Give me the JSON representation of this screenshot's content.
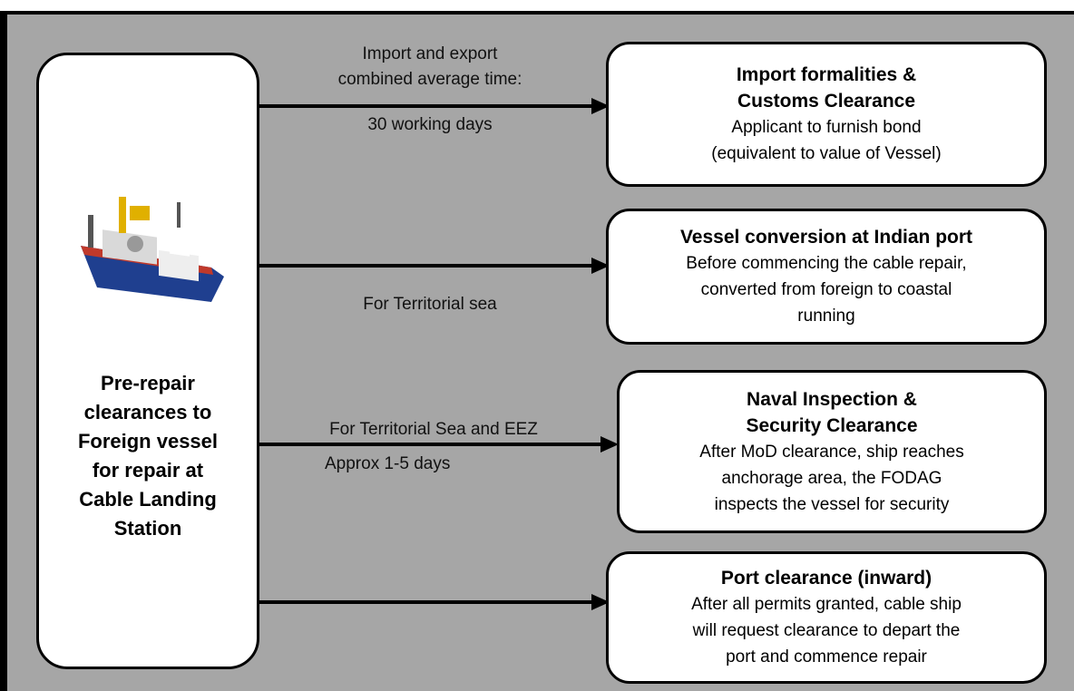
{
  "left": {
    "title": "Pre-repair\nclearances to\nForeign vessel\nfor repair at\nCable Landing\nStation"
  },
  "ship": {
    "icon": "cable-ship-image",
    "hull_color": "#1f3f8f",
    "deck_color": "#d9d9d9",
    "stripe_color": "#c0392b"
  },
  "branches": [
    {
      "label_top": "Import and export\ncombined average time:",
      "label_bottom": "30 working days",
      "title": "Import formalities &\nCustoms Clearance",
      "desc": "Applicant to furnish bond\n(equivalent to value of Vessel)"
    },
    {
      "label_top": "",
      "label_bottom": "For Territorial sea",
      "title": "Vessel conversion at Indian port",
      "desc": "Before commencing the cable repair,\nconverted from foreign to coastal\nrunning"
    },
    {
      "label_top": "For Territorial Sea and EEZ",
      "label_bottom": "Approx 1-5 days",
      "title": "Naval Inspection &\nSecurity Clearance",
      "desc": "After MoD clearance, ship reaches\nanchorage area, the FODAG\ninspects the vessel for security"
    },
    {
      "label_top": "",
      "label_bottom": "",
      "title": "Port clearance (inward)",
      "desc": "After all permits granted, cable ship\nwill request clearance to depart the\nport and commence repair"
    }
  ]
}
